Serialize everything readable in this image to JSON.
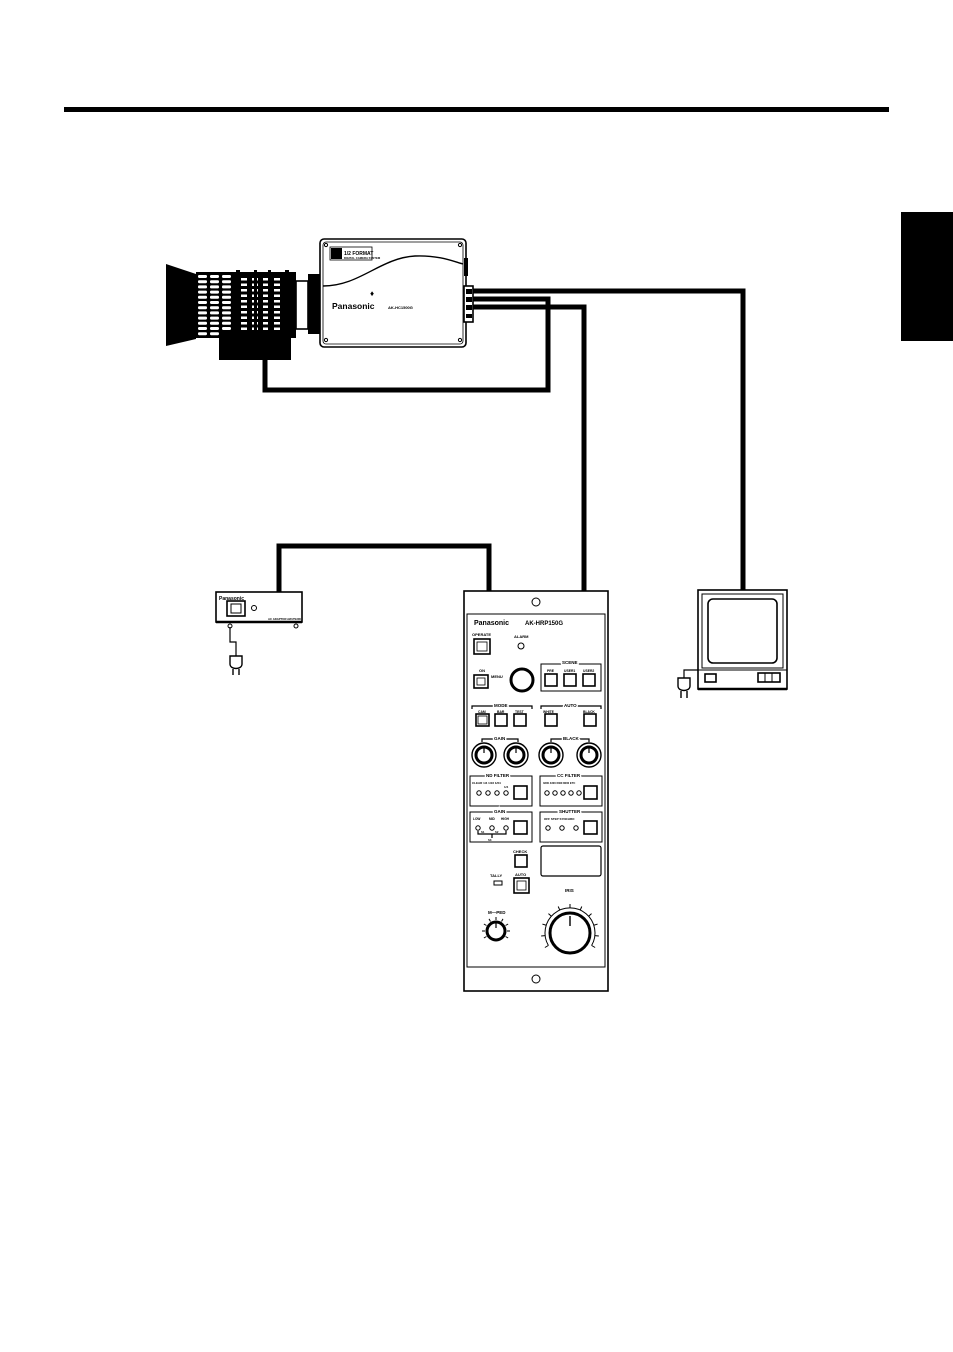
{
  "camera": {
    "brand": "Panasonic",
    "model": "AK-HC1500G",
    "format_badge": "1/2 FORMAT",
    "format_subtitle": "DIGITAL CAMERA SYSTEM"
  },
  "power_supply": {
    "brand": "Panasonic",
    "model": "AC ADAPTOR  AW-PS300"
  },
  "panel": {
    "brand": "Panasonic",
    "model": "AK-HRP150G",
    "operate": "OPERATE",
    "alarm": "ALARM",
    "on": "ON",
    "menu": "MENU",
    "scene": "SCENE",
    "scene_buttons": [
      "PRE",
      "USER1",
      "USER2"
    ],
    "mode": "MODE",
    "mode_buttons": [
      "CAM",
      "BAR",
      "TEST"
    ],
    "auto": "AUTO",
    "auto_buttons": [
      "WHITE",
      "BLACK"
    ],
    "gain_knobs": "GAIN",
    "black_knobs": "BLACK",
    "nd_filter": "ND FILTER",
    "nd_positions": "CLEAR 1/4  1/16  1/64",
    "nd_extra": "1/4",
    "cc_filter": "CC FILTER",
    "cc_positions": "3200 4300 6300 8000 ETC",
    "gain": "GAIN",
    "gain_positions": [
      "LOW",
      "MID",
      "HIGH"
    ],
    "gain_sub": [
      "S1",
      "S2",
      "S3"
    ],
    "shutter": "SHUTTER",
    "shutter_positions": "OFF  STEP SYNCHRO",
    "check": "CHECK",
    "tally": "TALLY",
    "auto_label": "AUTO",
    "iris": "IRIS",
    "mped": "M—PED"
  }
}
